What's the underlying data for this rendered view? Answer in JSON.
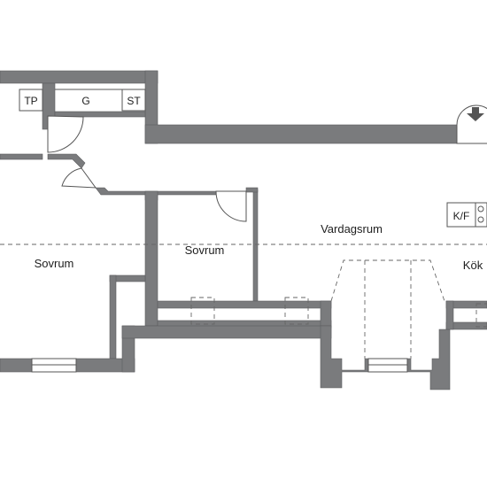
{
  "rooms": {
    "bedroom_1": "Sovrum",
    "bedroom_2": "Sovrum",
    "living_room": "Vardagsrum",
    "kitchen": "Kök"
  },
  "closets": {
    "tp": "TP",
    "g": "G",
    "st": "ST"
  },
  "appliances": {
    "fridge_freezer": "K/F"
  },
  "colors": {
    "wall": "#7a7b7d",
    "background": "#ffffff",
    "line": "#555555"
  },
  "icons": {
    "entrance": "arrow-down-icon"
  }
}
